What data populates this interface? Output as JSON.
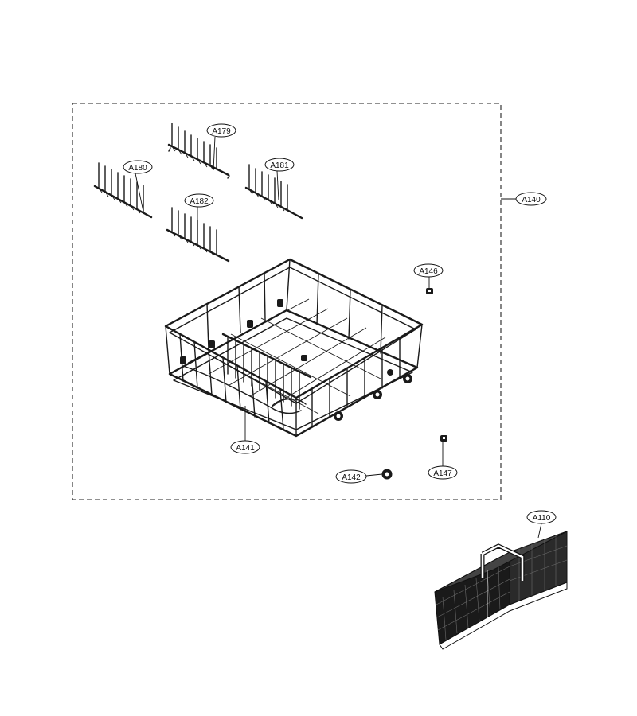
{
  "callouts": {
    "a179": "A179",
    "a180": "A180",
    "a181": "A181",
    "a182": "A182",
    "a140": "A140",
    "a146": "A146",
    "a141": "A141",
    "a142": "A142",
    "a147": "A147",
    "a110": "A110"
  }
}
